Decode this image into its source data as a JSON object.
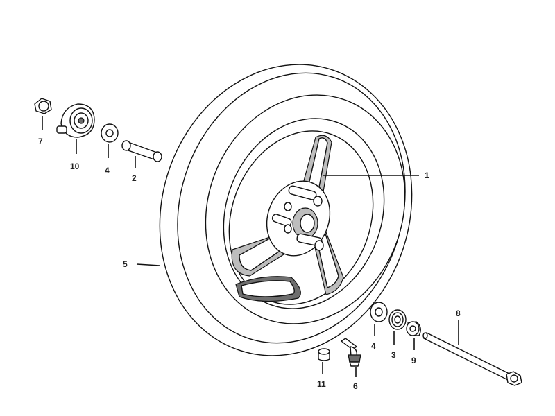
{
  "callouts": {
    "c1": "1",
    "c2": "2",
    "c3": "3",
    "c4a": "4",
    "c4b": "4",
    "c5": "5",
    "c6": "6",
    "c7": "7",
    "c8": "8",
    "c9": "9",
    "c10": "10",
    "c11": "11"
  },
  "colors": {
    "line": "#111111",
    "shade": "#bdbdbd",
    "dark": "#6e6e6e",
    "background": "#ffffff"
  }
}
